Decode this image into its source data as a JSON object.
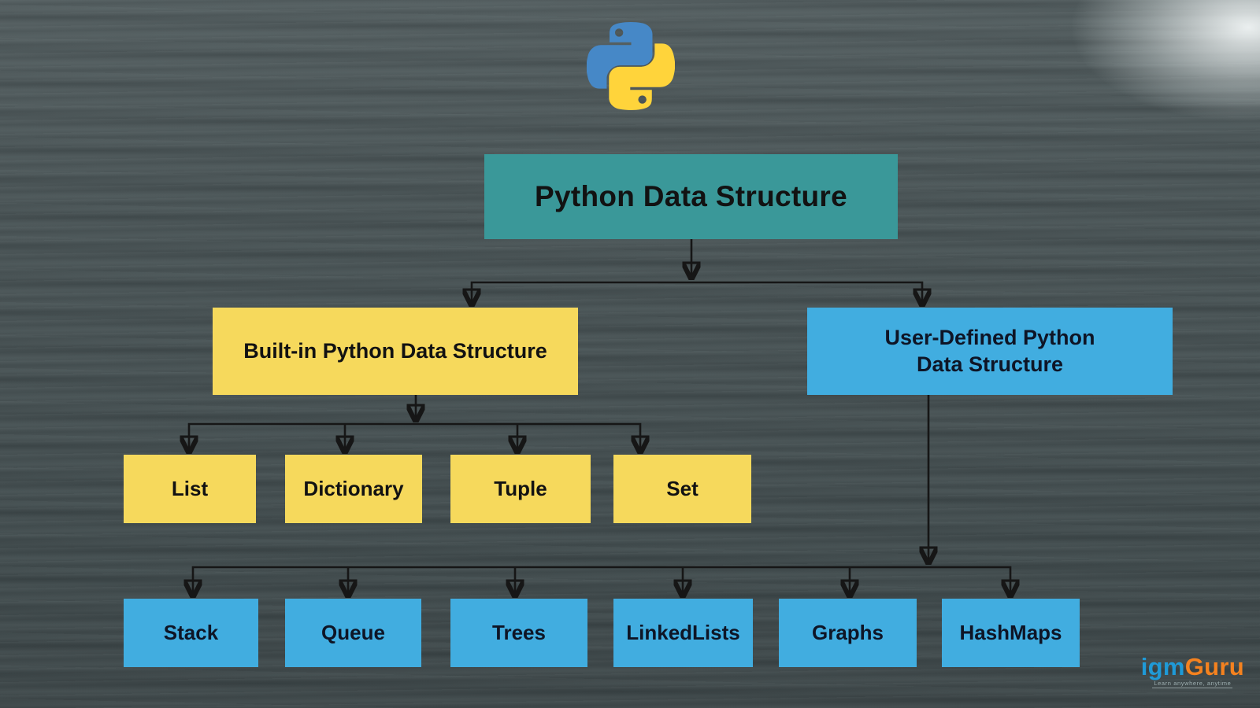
{
  "logo": {
    "name": "python-logo",
    "blue": "#4688C7",
    "yellow": "#FFD43B"
  },
  "diagram": {
    "root": {
      "label": "Python Data Structure",
      "bg": "#3A9899",
      "text_color": "#121212"
    },
    "branches": [
      {
        "id": "built-in",
        "lines": [
          "Built-in Python Data Structure"
        ],
        "bg": "#F6D95C",
        "children": [
          "List",
          "Dictionary",
          "Tuple",
          "Set"
        ]
      },
      {
        "id": "user-defined",
        "lines": [
          "User-Defined Python",
          "Data Structure"
        ],
        "bg": "#41ADE0",
        "children": [
          "Stack",
          "Queue",
          "Trees",
          "LinkedLists",
          "Graphs",
          "HashMaps"
        ]
      }
    ],
    "connector_color": "#161616"
  },
  "watermark": {
    "brand_left": "igm",
    "brand_left_color": "#1F9AD7",
    "brand_right": "Guru",
    "brand_right_color": "#F5821F",
    "tagline": "Learn anywhere, anytime"
  }
}
